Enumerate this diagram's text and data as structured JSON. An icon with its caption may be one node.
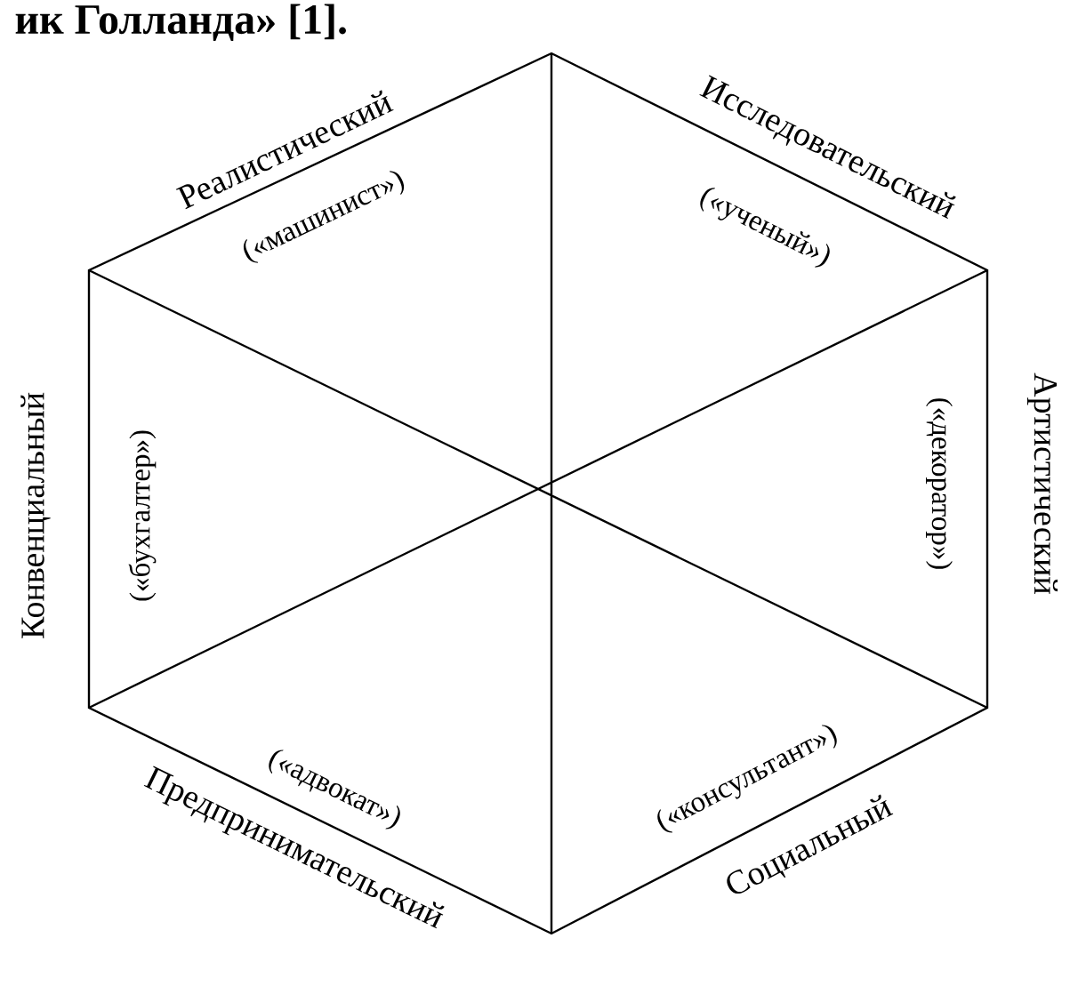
{
  "diagram": {
    "title": "ик Голланда» [1].",
    "labels": [
      "Реалистический",
      "(«машинист»)",
      "Исследовательский",
      "(«ученый»)",
      "Конвенциальный",
      "(«бухгалтер»)",
      "Артистический",
      "(«декоратор»)",
      "(«адвокат»)",
      "(«консультант»)",
      "Предпринимательский",
      "Социальный"
    ]
  }
}
